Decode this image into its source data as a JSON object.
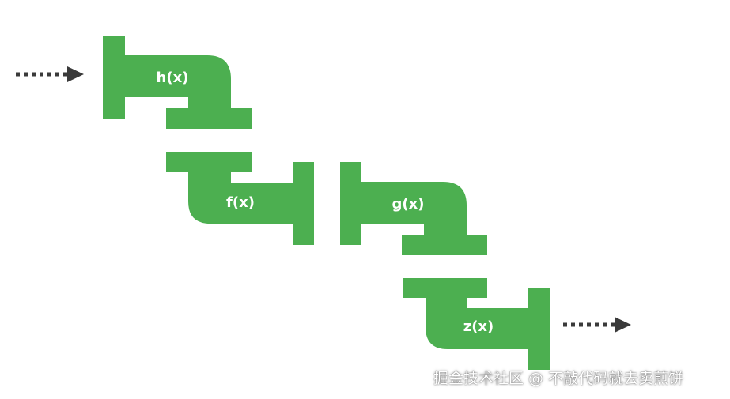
{
  "colors": {
    "pipe": "#4caf50",
    "arrow": "#3a3a3a",
    "label": "#ffffff"
  },
  "pipes": [
    {
      "id": "h",
      "label": "h(x)"
    },
    {
      "id": "f",
      "label": "f(x)"
    },
    {
      "id": "g",
      "label": "g(x)"
    },
    {
      "id": "z",
      "label": "z(x)"
    }
  ],
  "arrows": [
    {
      "id": "input",
      "direction": "right"
    },
    {
      "id": "output",
      "direction": "right"
    }
  ],
  "watermark": "掘金技术社区 @ 不敲代码就去卖煎饼"
}
